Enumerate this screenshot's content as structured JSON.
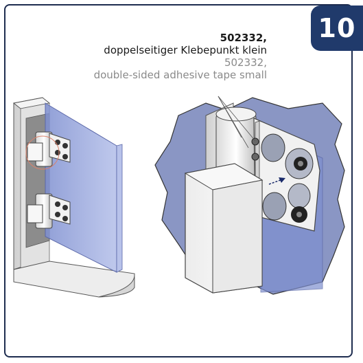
{
  "step": {
    "number": "10"
  },
  "part": {
    "code_de": "502332,",
    "name_de": "doppelseitiger Klebepunkt klein",
    "code_en": "502332,",
    "name_en": "double-sided adhesive tape small"
  },
  "colors": {
    "badge": "#203a6b",
    "frame": "#1d2c4f",
    "glass": "#8f9fd6",
    "callout": "#d9826b"
  }
}
